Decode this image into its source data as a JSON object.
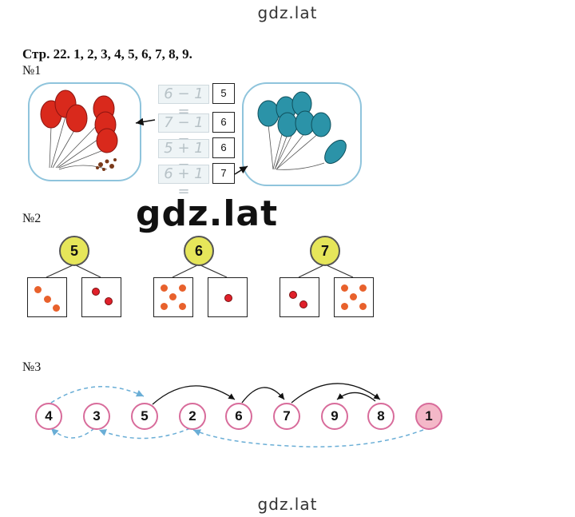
{
  "watermark": {
    "top": "gdz.lat",
    "middle": "gdz.lat",
    "bottom": "gdz.lat"
  },
  "header": "Стр. 22. 1, 2, 3, 4, 5, 6, 7, 8, 9.",
  "task1": {
    "label": "№1",
    "rows": [
      {
        "expr": "6 − 1 =",
        "answer": "5"
      },
      {
        "expr": "7 − 1 =",
        "answer": "6"
      },
      {
        "expr": "5 + 1 =",
        "answer": "6"
      },
      {
        "expr": "6 + 1 =",
        "answer": "7"
      }
    ]
  },
  "task2": {
    "label": "№2",
    "groups": [
      {
        "total": "5",
        "left_dots": 3,
        "right_dots": 2
      },
      {
        "total": "6",
        "left_dots": 5,
        "right_dots": 1
      },
      {
        "total": "7",
        "left_dots": 2,
        "right_dots": 5
      }
    ]
  },
  "task3": {
    "label": "№3",
    "sequence": [
      "4",
      "3",
      "5",
      "2",
      "6",
      "7",
      "9",
      "8",
      "1"
    ],
    "highlighted": "1"
  },
  "colors": {
    "red_balloon": "#d9291c",
    "blue_balloon": "#2b93a8",
    "node_fill": "#e6e65a",
    "circle_border": "#d86c9b",
    "dash_arrow": "#6aaed6"
  }
}
